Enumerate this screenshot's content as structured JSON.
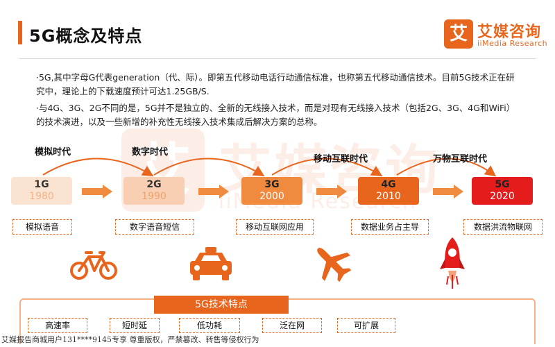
{
  "header": {
    "title": "5G概念及特点"
  },
  "logo": {
    "mark": "艾",
    "name_cn": "艾媒咨询",
    "name_en": "iiMedia Research"
  },
  "bullets": [
    "·5G,其中字母G代表generation（代、际）。即第五代移动电话行动通信标准，也称第五代移动通信技术。目前5G技术正在研究中，理论上的下载速度预计可达1.25GB/S.",
    "·与4G、3G、2G不同的是，5G并不是独立的、全新的无线接入技术，而是对现有无线接入技术（包括2G、3G、4G和WiFi）的技术演进，以及一些新增的补充性无线接入技术集成后解决方案的总称。"
  ],
  "eras": [
    "模拟时代",
    "数字时代",
    "移动互联时代",
    "万物互联时代"
  ],
  "generations": [
    {
      "gen": "1G",
      "year": "1980",
      "label": "模拟语音",
      "icon": "bicycle-icon"
    },
    {
      "gen": "2G",
      "year": "1990",
      "label": "数字语音短信",
      "icon": "taxi-icon"
    },
    {
      "gen": "3G",
      "year": "2000",
      "label": "移动互联网应用",
      "icon": "airplane-icon"
    },
    {
      "gen": "4G",
      "year": "2010",
      "label": "数据业务占主导",
      "icon": "airplane-icon"
    },
    {
      "gen": "5G",
      "year": "2020",
      "label": "数据洪流物联网",
      "icon": "rocket-icon"
    }
  ],
  "colors": {
    "accent": "#e8651d",
    "gen1": "#fbe3d2",
    "gen2": "#f8cfb2",
    "gen3": "#f08a3e",
    "gen4": "#e8651d",
    "gen5": "#e51c1c"
  },
  "features": {
    "title": "5G技术特点",
    "items": [
      "高速率",
      "短时延",
      "低功耗",
      "泛在网",
      "可扩展"
    ]
  },
  "footer": "艾媒报告商城用户131****9145专享 尊重版权，严禁篡改、转售等侵权行为"
}
